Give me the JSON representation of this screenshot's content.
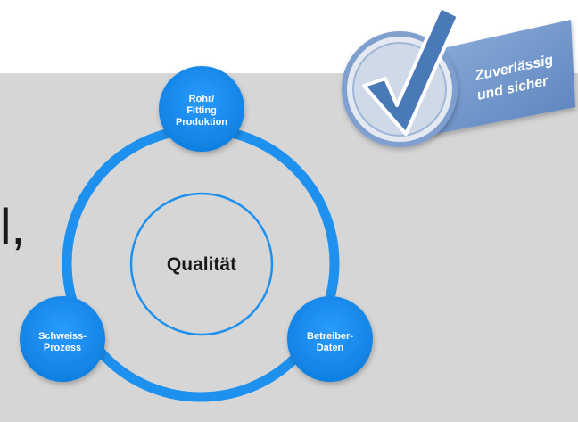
{
  "left_text": "l,",
  "center": {
    "label": "Qualität"
  },
  "nodes": {
    "top": {
      "lines": [
        "Rohr/",
        "Fitting",
        "Produktion"
      ]
    },
    "left": {
      "lines": [
        "Schweiss-",
        "Prozess"
      ]
    },
    "right": {
      "lines": [
        "Betreiber-",
        "Daten"
      ]
    }
  },
  "badge": {
    "lines": [
      "Zuverlässig",
      "und sicher"
    ]
  },
  "colors": {
    "ring": "#1e90ee",
    "node": "#1a8ef0",
    "panel": "#d6d6d6",
    "badge": "#6f95c8",
    "check": "#4a79b8"
  }
}
